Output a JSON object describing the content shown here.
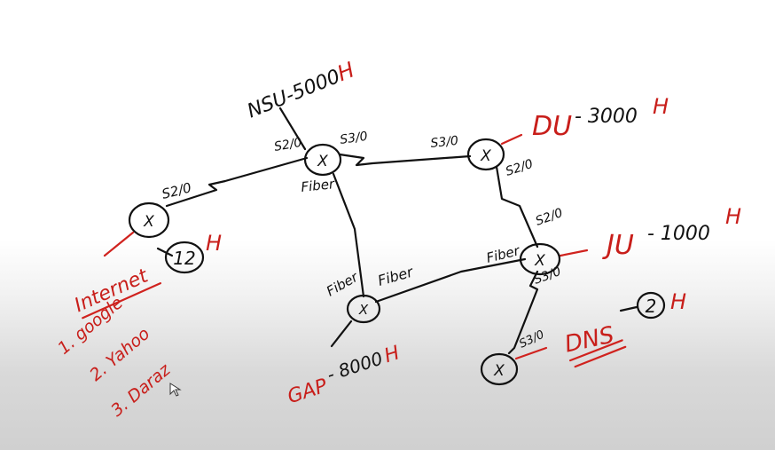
{
  "routers": {
    "nsu_label": "NSU-5000",
    "nsu_h": "H",
    "du_label": "DU",
    "du_cost": "- 3000",
    "du_h": "H",
    "ju_label": "JU",
    "ju_cost": "- 1000",
    "ju_h": "H",
    "gap_label": "GAP",
    "gap_cost": "- 8000",
    "gap_h": "H",
    "dns_label": "DNS",
    "dns_count": "2",
    "dns_h": "H",
    "internet_count": "12",
    "internet_h": "H",
    "router_mark": "X"
  },
  "links": {
    "s2_0_left": "S2/0",
    "s2_0_nsu": "S2/0",
    "s3_0_nsu": "S3/0",
    "s3_0_du": "S3/0",
    "s2_0_du": "S2/0",
    "s2_0_ju": "S2/0",
    "s3_0_ju": "S3/0",
    "s3_0_dns": "S3/0",
    "fiber_nsu": "Fiber",
    "fiber_gap_up": "Fiber",
    "fiber_gap_right": "Fiber",
    "fiber_ju": "Fiber"
  },
  "internet": {
    "title": "Internet",
    "items": [
      "1. google",
      "2. Yahoo",
      "3. Daraz"
    ]
  }
}
